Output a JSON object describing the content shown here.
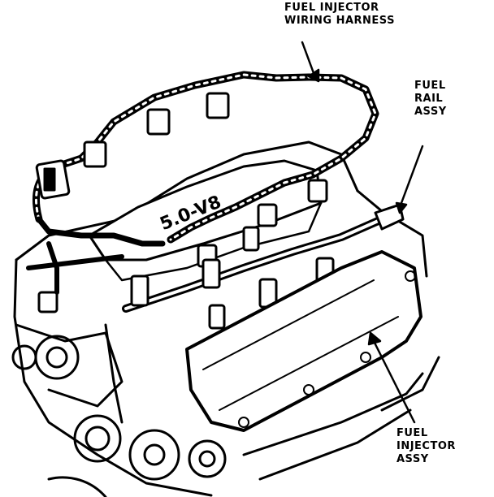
{
  "diagram": {
    "engine_marking": "5.0-V8",
    "callouts": {
      "wiring_harness": [
        "FUEL INJECTOR",
        "WIRING HARNESS"
      ],
      "fuel_rail": [
        "FUEL",
        "RAIL",
        "ASSY"
      ],
      "fuel_injector": [
        "FUEL",
        "INJECTOR",
        "ASSY"
      ]
    },
    "colors": {
      "ink": "#000000",
      "paper": "#ffffff"
    }
  }
}
